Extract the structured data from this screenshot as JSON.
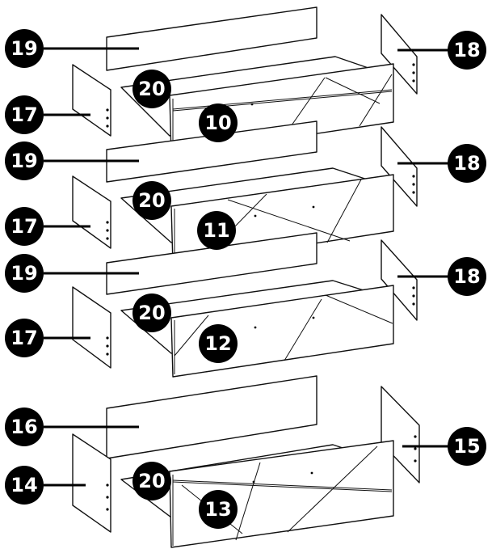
{
  "parts": {
    "p10": "10",
    "p11": "11",
    "p12": "12",
    "p13": "13",
    "p14": "14",
    "p15": "15",
    "p16": "16",
    "p17": "17",
    "p18": "18",
    "p19": "19",
    "p20": "20"
  }
}
